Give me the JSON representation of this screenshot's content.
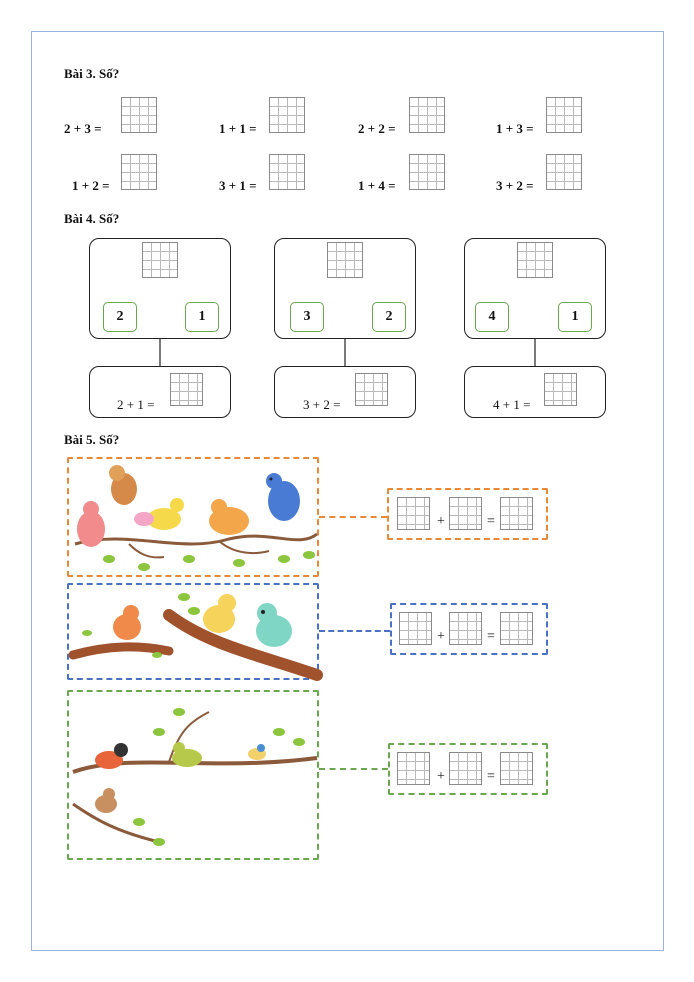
{
  "bai3": {
    "heading": "Bài 3. Số?",
    "row1": [
      "2 + 3 =",
      "1 + 1 =",
      "2 + 2 =",
      "1 + 3 ="
    ],
    "row2": [
      "1 + 2 =",
      "3 + 1 =",
      "1 + 4 =",
      "3 + 2 ="
    ]
  },
  "bai4": {
    "heading": "Bài 4. Số?",
    "trees": [
      {
        "left": "2",
        "right": "1",
        "equation": "2 + 1 ="
      },
      {
        "left": "3",
        "right": "2",
        "equation": "3 + 2 ="
      },
      {
        "left": "4",
        "right": "1",
        "equation": "4 + 1 ="
      }
    ]
  },
  "bai5": {
    "heading": "Bài 5. Số?",
    "plus": "+",
    "equals": "=",
    "colors": {
      "orange": "#e8893a",
      "blue": "#4a72c4",
      "green": "#6aa84f"
    }
  }
}
